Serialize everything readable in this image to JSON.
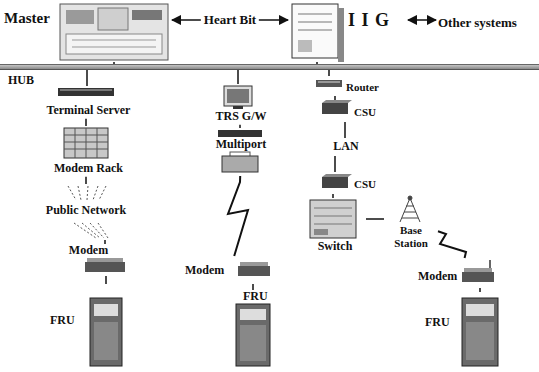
{
  "diagram": {
    "nodes": [
      {
        "text": [
          "Master"
        ]
      },
      {
        "text": [
          "I I G"
        ]
      },
      {
        "text": [
          "Other systems"
        ]
      },
      {
        "text": [
          "HUB"
        ]
      },
      {
        "text": [
          "Terminal Server"
        ]
      },
      {
        "text": [
          "Modem Rack"
        ]
      },
      {
        "text": [
          "Public Network"
        ]
      },
      {
        "text": [
          "Modem"
        ]
      },
      {
        "text": [
          "FRU"
        ]
      },
      {
        "text": [
          "TRS G/W"
        ]
      },
      {
        "text": [
          "Multiport"
        ]
      },
      {
        "text": [
          "Modem"
        ]
      },
      {
        "text": [
          "FRU"
        ]
      },
      {
        "text": [
          "Router"
        ]
      },
      {
        "text": [
          "CSU"
        ]
      },
      {
        "text": [
          "LAN"
        ]
      },
      {
        "text": [
          "CSU"
        ]
      },
      {
        "text": [
          "Switch"
        ]
      },
      {
        "text": [
          "Base Station"
        ]
      },
      {
        "text": [
          "Modem"
        ]
      },
      {
        "text": [
          "FRU"
        ]
      }
    ],
    "edges": [
      {
        "from": 0,
        "to": 1,
        "label": "Heart Bit",
        "arrow": "both"
      },
      {
        "from": 1,
        "to": 2,
        "arrow": "both"
      },
      {
        "from": 0,
        "to": 3,
        "arrow": "none"
      },
      {
        "from": 1,
        "to": 3,
        "arrow": "none"
      },
      {
        "from": 3,
        "to": 4,
        "arrow": "none"
      },
      {
        "from": 4,
        "to": 5,
        "arrow": "none"
      },
      {
        "from": 5,
        "to": 6,
        "arrow": "none"
      },
      {
        "from": 6,
        "to": 7,
        "arrow": "none"
      },
      {
        "from": 7,
        "to": 8,
        "arrow": "none"
      },
      {
        "from": 3,
        "to": 9,
        "arrow": "none"
      },
      {
        "from": 9,
        "to": 10,
        "arrow": "none"
      },
      {
        "from": 10,
        "to": 11,
        "arrow": "none"
      },
      {
        "from": 11,
        "to": 12,
        "arrow": "none"
      },
      {
        "from": 3,
        "to": 13,
        "arrow": "none"
      },
      {
        "from": 13,
        "to": 14,
        "arrow": "none"
      },
      {
        "from": 14,
        "to": 15,
        "arrow": "none"
      },
      {
        "from": 15,
        "to": 16,
        "arrow": "none"
      },
      {
        "from": 16,
        "to": 17,
        "arrow": "none"
      },
      {
        "from": 17,
        "to": 18,
        "arrow": "none"
      },
      {
        "from": 18,
        "to": 19,
        "arrow": "none"
      },
      {
        "from": 19,
        "to": 20,
        "arrow": "none"
      }
    ]
  }
}
